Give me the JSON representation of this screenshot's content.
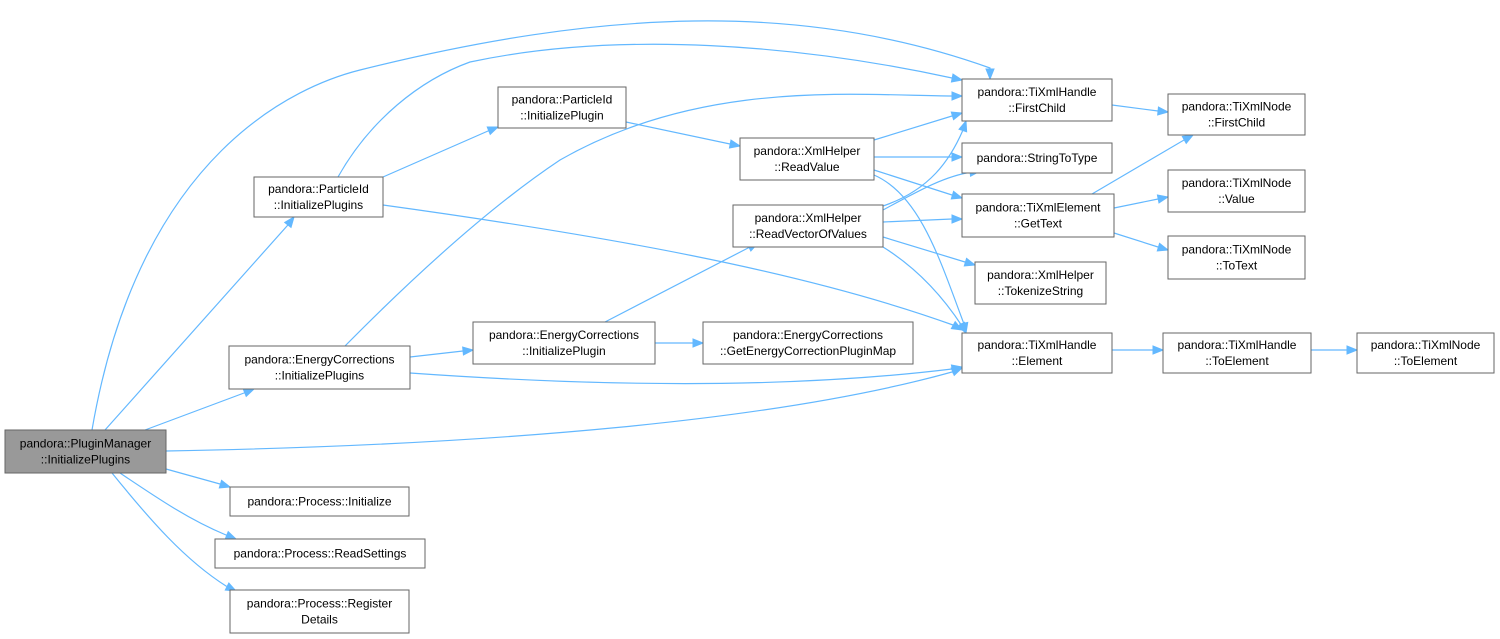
{
  "graph": {
    "edge_color": "#63b8ff",
    "node_border_color": "#666666",
    "root_fill_color": "#999999",
    "nodes": {
      "root": {
        "lines": [
          "pandora::PluginManager",
          "::InitializePlugins"
        ],
        "root": true
      },
      "pid_plugins": {
        "lines": [
          "pandora::ParticleId",
          "::InitializePlugins"
        ]
      },
      "pid_plugin": {
        "lines": [
          "pandora::ParticleId",
          "::InitializePlugin"
        ]
      },
      "ec_plugins": {
        "lines": [
          "pandora::EnergyCorrections",
          "::InitializePlugins"
        ]
      },
      "ec_plugin": {
        "lines": [
          "pandora::EnergyCorrections",
          "::InitializePlugin"
        ]
      },
      "ec_map": {
        "lines": [
          "pandora::EnergyCorrections",
          "::GetEnergyCorrectionPluginMap"
        ]
      },
      "proc_init": {
        "lines": [
          "pandora::Process::Initialize"
        ]
      },
      "proc_read": {
        "lines": [
          "pandora::Process::ReadSettings"
        ]
      },
      "proc_reg": {
        "lines": [
          "pandora::Process::Register",
          "Details"
        ]
      },
      "xml_readvalue": {
        "lines": [
          "pandora::XmlHelper",
          "::ReadValue"
        ]
      },
      "xml_readvector": {
        "lines": [
          "pandora::XmlHelper",
          "::ReadVectorOfValues"
        ]
      },
      "xml_tokenize": {
        "lines": [
          "pandora::XmlHelper",
          "::TokenizeString"
        ]
      },
      "handle_firstchild": {
        "lines": [
          "pandora::TiXmlHandle",
          "::FirstChild"
        ]
      },
      "string_to_type": {
        "lines": [
          "pandora::StringToType"
        ]
      },
      "element_gettext": {
        "lines": [
          "pandora::TiXmlElement",
          "::GetText"
        ]
      },
      "handle_element": {
        "lines": [
          "pandora::TiXmlHandle",
          "::Element"
        ]
      },
      "handle_toelement": {
        "lines": [
          "pandora::TiXmlHandle",
          "::ToElement"
        ]
      },
      "node_firstchild": {
        "lines": [
          "pandora::TiXmlNode",
          "::FirstChild"
        ]
      },
      "node_value": {
        "lines": [
          "pandora::TiXmlNode",
          "::Value"
        ]
      },
      "node_totext": {
        "lines": [
          "pandora::TiXmlNode",
          "::ToText"
        ]
      },
      "node_toelement": {
        "lines": [
          "pandora::TiXmlNode",
          "::ToElement"
        ]
      }
    }
  }
}
